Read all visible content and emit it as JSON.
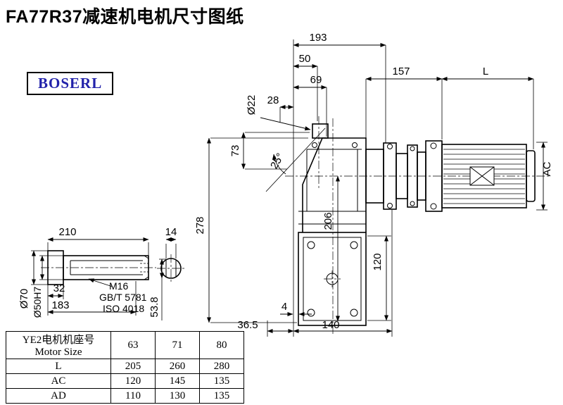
{
  "page": {
    "title": "FA77R37减速机电机尺寸图纸",
    "brand": "BOSERL"
  },
  "drawing": {
    "dims": {
      "d193": "193",
      "d50": "50",
      "d69": "69",
      "d28": "28",
      "dia22": "Ø22",
      "d73": "73",
      "ang25": "25°",
      "d157": "157",
      "dL": "L",
      "dAC": "AC",
      "d278": "278",
      "d206": "206",
      "d120": "120",
      "d4": "4",
      "d36_5": "36.5",
      "d140": "140",
      "d210": "210",
      "d14": "14",
      "d32": "32",
      "d183": "183",
      "dia70": "Ø70",
      "dia50h7": "Ø50H7",
      "m16": "M16",
      "gbt5781": "GB/T 5781",
      "iso4018": "ISO 4018",
      "d53_8": "53.8"
    }
  },
  "table": {
    "header": {
      "label_cn": "YE2电机机座号",
      "label_en": "Motor Size",
      "values": [
        "63",
        "71",
        "80"
      ]
    },
    "rows": [
      {
        "label": "L",
        "values": [
          "205",
          "260",
          "280"
        ]
      },
      {
        "label": "AC",
        "values": [
          "120",
          "145",
          "135"
        ]
      },
      {
        "label": "AD",
        "values": [
          "110",
          "130",
          "135"
        ]
      }
    ]
  }
}
